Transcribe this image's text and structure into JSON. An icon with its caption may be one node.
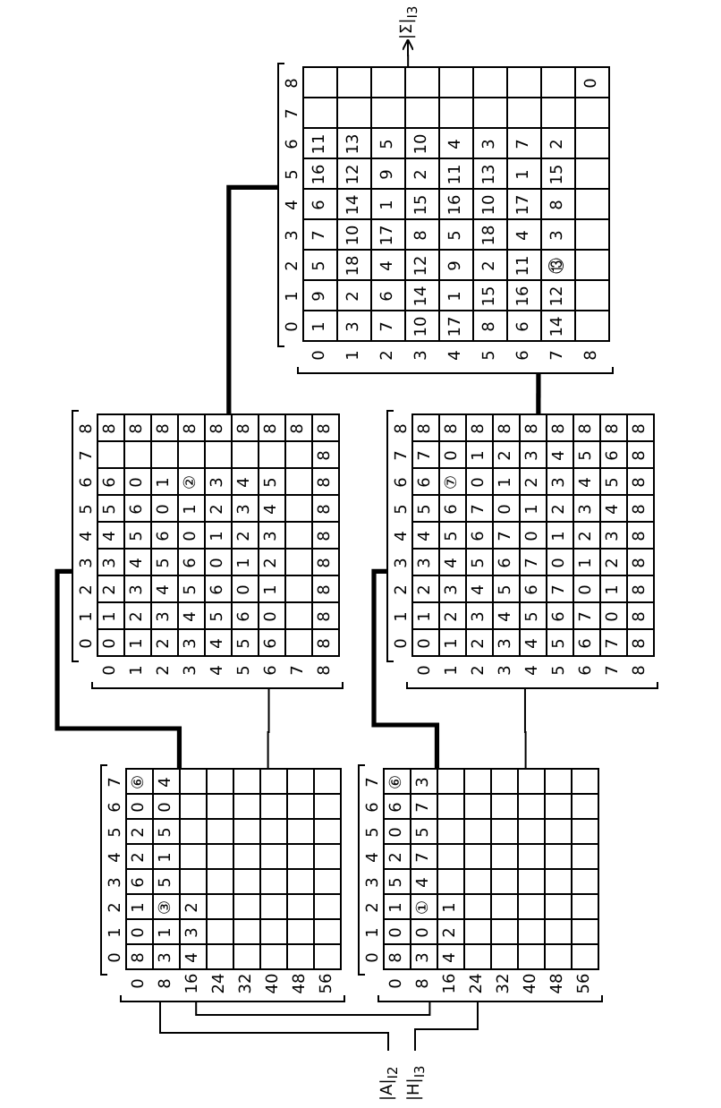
{
  "diagram": {
    "nodes": [
      {
        "text": [
          "|A|$_{I2}$"
        ]
      },
      {
        "text": [
          "|H|$_{I3}$"
        ]
      },
      {
        "text": [],
        "shape": "table"
      },
      {
        "text": [],
        "shape": "table"
      },
      {
        "text": [],
        "shape": "table"
      },
      {
        "text": [],
        "shape": "table"
      },
      {
        "text": [],
        "shape": "table"
      },
      {
        "text": [
          "|Σ|$_{I3}$"
        ]
      }
    ],
    "edges": [
      {
        "from": 0,
        "to": 5,
        "arrow": "none"
      },
      {
        "from": 1,
        "to": 6,
        "arrow": "none"
      },
      {
        "from": 5,
        "to": 3,
        "arrow": "none",
        "style": "thick"
      },
      {
        "from": 5,
        "to": 3,
        "arrow": "none"
      },
      {
        "from": 6,
        "to": 4,
        "arrow": "none",
        "style": "thick"
      },
      {
        "from": 6,
        "to": 4,
        "arrow": "none"
      },
      {
        "from": 3,
        "to": 2,
        "arrow": "none",
        "style": "thick"
      },
      {
        "from": 4,
        "to": 2,
        "arrow": "none",
        "style": "thick"
      },
      {
        "from": 2,
        "to": 7,
        "arrow": "to"
      },
      {
        "from": 5,
        "to": 6,
        "arrow": "none"
      }
    ],
    "labels": [
      "0",
      "1",
      "2",
      "3",
      "4",
      "5",
      "6",
      "7",
      "8",
      "0",
      "1",
      "9",
      "5",
      "7",
      "6",
      "16",
      "11",
      "1",
      "3",
      "2",
      "18",
      "10",
      "14",
      "12",
      "13",
      "2",
      "7",
      "6",
      "4",
      "17",
      "1",
      "9",
      "5",
      "3",
      "10",
      "14",
      "12",
      "8",
      "15",
      "2",
      "10",
      "4",
      "17",
      "1",
      "9",
      "5",
      "16",
      "11",
      "4",
      "5",
      "8",
      "15",
      "2",
      "18",
      "10",
      "13",
      "3",
      "6",
      "6",
      "16",
      "11",
      "4",
      "17",
      "1",
      "7",
      "7",
      "14",
      "12",
      "⑬",
      "3",
      "8",
      "15",
      "2",
      "8",
      "0",
      "0",
      "1",
      "2",
      "3",
      "4",
      "5",
      "6",
      "7",
      "8",
      "0",
      "0",
      "1",
      "2",
      "3",
      "4",
      "5",
      "6",
      "8",
      "1",
      "1",
      "2",
      "3",
      "4",
      "5",
      "6",
      "0",
      "8",
      "2",
      "2",
      "3",
      "4",
      "5",
      "6",
      "0",
      "1",
      "8",
      "3",
      "3",
      "4",
      "5",
      "6",
      "0",
      "1",
      "②",
      "8",
      "4",
      "4",
      "5",
      "6",
      "0",
      "1",
      "2",
      "3",
      "8",
      "5",
      "5",
      "6",
      "0",
      "1",
      "2",
      "3",
      "4",
      "8",
      "6",
      "6",
      "0",
      "1",
      "2",
      "3",
      "4",
      "5",
      "8",
      "7",
      "8",
      "8",
      "8",
      "8",
      "8",
      "8",
      "8",
      "8",
      "8",
      "8",
      "8",
      "0",
      "1",
      "2",
      "3",
      "4",
      "5",
      "6",
      "7",
      "8",
      "0",
      "0",
      "1",
      "2",
      "3",
      "4",
      "5",
      "6",
      "7",
      "8",
      "1",
      "1",
      "2",
      "3",
      "4",
      "5",
      "6",
      "⑦",
      "0",
      "8",
      "2",
      "2",
      "3",
      "4",
      "5",
      "6",
      "7",
      "0",
      "1",
      "8",
      "3",
      "3",
      "4",
      "5",
      "6",
      "7",
      "0",
      "1",
      "2",
      "8",
      "4",
      "4",
      "5",
      "6",
      "7",
      "0",
      "1",
      "2",
      "3",
      "8",
      "5",
      "5",
      "6",
      "7",
      "0",
      "1",
      "2",
      "3",
      "4",
      "8",
      "6",
      "6",
      "7",
      "0",
      "1",
      "2",
      "3",
      "4",
      "5",
      "8",
      "7",
      "7",
      "0",
      "1",
      "2",
      "3",
      "4",
      "5",
      "6",
      "8",
      "8",
      "8",
      "8",
      "8",
      "8",
      "8",
      "8",
      "8",
      "8",
      "8",
      "0",
      "1",
      "2",
      "3",
      "4",
      "5",
      "6",
      "7",
      "0",
      "8",
      "0",
      "1",
      "6",
      "2",
      "2",
      "0",
      "⑥",
      "8",
      "3",
      "1",
      "③",
      "5",
      "1",
      "5",
      "0",
      "4",
      "16",
      "4",
      "3",
      "2",
      "24",
      "32",
      "40",
      "48",
      "56",
      "0",
      "1",
      "2",
      "3",
      "4",
      "5",
      "6",
      "7",
      "0",
      "8",
      "0",
      "1",
      "5",
      "2",
      "0",
      "6",
      "⑥",
      "8",
      "3",
      "0",
      "①",
      "4",
      "7",
      "5",
      "7",
      "3",
      "16",
      "4",
      "2",
      "1",
      "24",
      "32",
      "40",
      "48",
      "56"
    ]
  }
}
